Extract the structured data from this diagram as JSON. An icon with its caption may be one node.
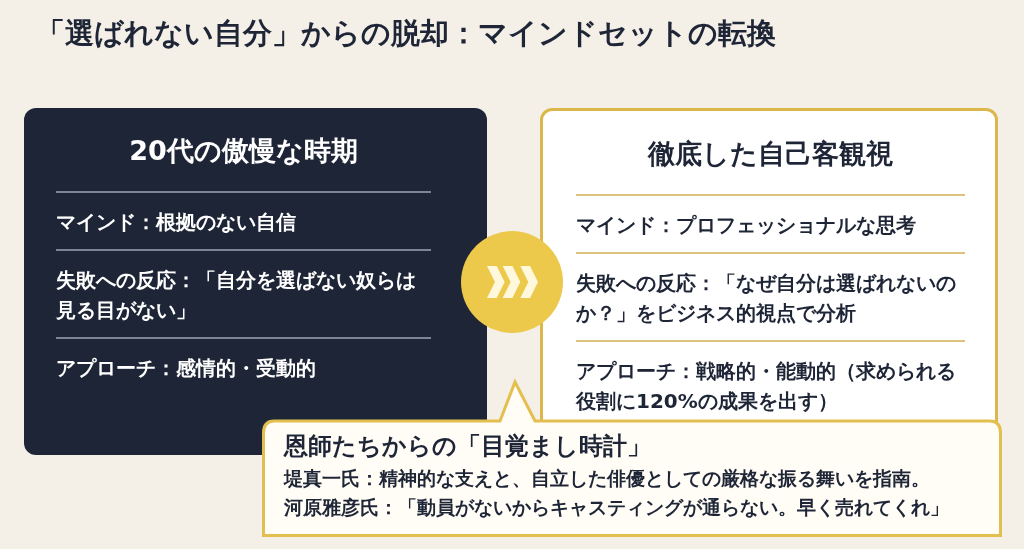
{
  "diagram": {
    "title": "「選ばれない自分」からの脱却：マインドセットの転換",
    "nodes": [
      {
        "text": [
          "20代の傲慢な時期",
          "マインド：根拠のない自信",
          "失敗への反応：「自分を選ばない奴らは見る目がない」",
          "アプローチ：感情的・受動的"
        ]
      },
      {
        "text": [
          "徹底した自己客観視",
          "マインド：プロフェッショナルな思考",
          "失敗への反応：「なぜ自分は選ばれないのか？」をビジネス的視点で分析",
          "アプローチ：戦略的・能動的（求められる役割に120%の成果を出す）"
        ]
      },
      {
        "text": [
          "恩師たちからの「目覚まし時計」",
          "堤真一氏：精神的な支えと、自立した俳優としての厳格な振る舞いを指南。",
          "河原雅彦氏：「動員がないからキャスティングが通らない。早く売れてくれ」"
        ]
      }
    ],
    "edges": [
      {
        "from": 0,
        "to": 1,
        "arrow": "to"
      }
    ]
  }
}
